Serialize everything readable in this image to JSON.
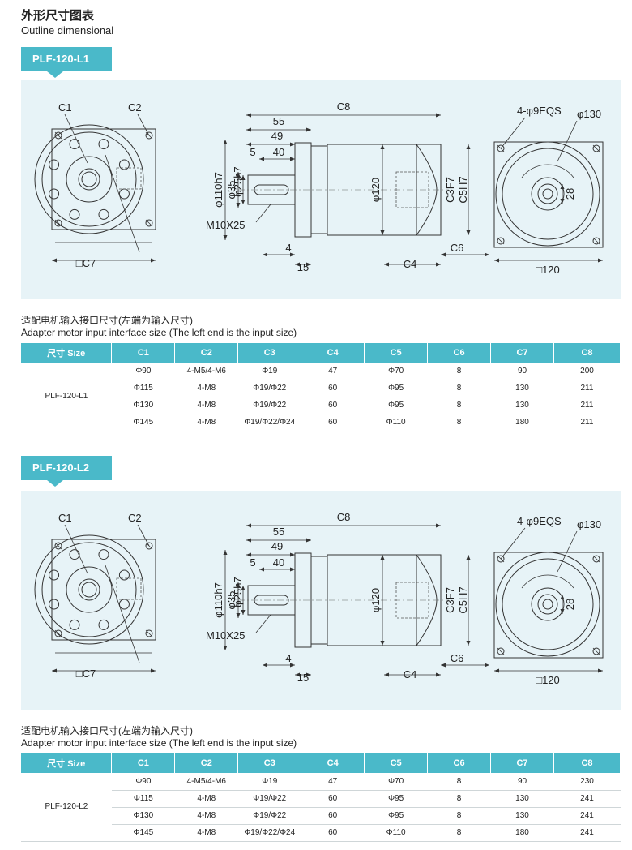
{
  "header": {
    "title_cn": "外形尺寸图表",
    "title_en": "Outline dimensional"
  },
  "sections": [
    {
      "tab": "PLF-120-L1",
      "drawing": {
        "dims": {
          "c8": "C8",
          "d55": "55",
          "d49": "49",
          "d5": "5",
          "d40": "40",
          "phi35": "φ35",
          "phi25h7": "φ25h7",
          "phi110h7": "φ110h7",
          "phi120": "φ120",
          "m10": "M10X25",
          "d4": "4",
          "d15": "15",
          "c4": "C4",
          "c6": "C6",
          "c3f7": "C3F7",
          "c5h7": "C5H7",
          "c1": "C1",
          "c2": "C2",
          "sqc7": "□C7",
          "eqs": "4-φ9EQS",
          "phi130": "φ130",
          "d28": "28",
          "sq120": "□120"
        }
      },
      "subtitle_cn": "适配电机输入接口尺寸(左端为输入尺寸)",
      "subtitle_en": "Adapter motor input interface size (The left end is the input size)",
      "table": {
        "headers": [
          "尺寸 Size",
          "C1",
          "C2",
          "C3",
          "C4",
          "C5",
          "C6",
          "C7",
          "C8"
        ],
        "model": "PLF-120-L1",
        "rows": [
          [
            "Φ90",
            "4-M5/4-M6",
            "Φ19",
            "47",
            "Φ70",
            "8",
            "90",
            "200"
          ],
          [
            "Φ115",
            "4-M8",
            "Φ19/Φ22",
            "60",
            "Φ95",
            "8",
            "130",
            "211"
          ],
          [
            "Φ130",
            "4-M8",
            "Φ19/Φ22",
            "60",
            "Φ95",
            "8",
            "130",
            "211"
          ],
          [
            "Φ145",
            "4-M8",
            "Φ19/Φ22/Φ24",
            "60",
            "Φ110",
            "8",
            "180",
            "211"
          ]
        ]
      }
    },
    {
      "tab": "PLF-120-L2",
      "drawing": {
        "dims": {
          "c8": "C8",
          "d55": "55",
          "d49": "49",
          "d5": "5",
          "d40": "40",
          "phi35": "φ35",
          "phi25h7": "φ25h7",
          "phi110h7": "φ110h7",
          "phi120": "φ120",
          "m10": "M10X25",
          "d4": "4",
          "d15": "15",
          "c4": "C4",
          "c6": "C6",
          "c3f7": "C3F7",
          "c5h7": "C5H7",
          "c1": "C1",
          "c2": "C2",
          "sqc7": "□C7",
          "eqs": "4-φ9EQS",
          "phi130": "φ130",
          "d28": "28",
          "sq120": "□120"
        }
      },
      "subtitle_cn": "适配电机输入接口尺寸(左端为输入尺寸)",
      "subtitle_en": "Adapter motor input interface size (The left end is the input size)",
      "table": {
        "headers": [
          "尺寸 Size",
          "C1",
          "C2",
          "C3",
          "C4",
          "C5",
          "C6",
          "C7",
          "C8"
        ],
        "model": "PLF-120-L2",
        "rows": [
          [
            "Φ90",
            "4-M5/4-M6",
            "Φ19",
            "47",
            "Φ70",
            "8",
            "90",
            "230"
          ],
          [
            "Φ115",
            "4-M8",
            "Φ19/Φ22",
            "60",
            "Φ95",
            "8",
            "130",
            "241"
          ],
          [
            "Φ130",
            "4-M8",
            "Φ19/Φ22",
            "60",
            "Φ95",
            "8",
            "130",
            "241"
          ],
          [
            "Φ145",
            "4-M8",
            "Φ19/Φ22/Φ24",
            "60",
            "Φ110",
            "8",
            "180",
            "241"
          ]
        ]
      }
    }
  ]
}
